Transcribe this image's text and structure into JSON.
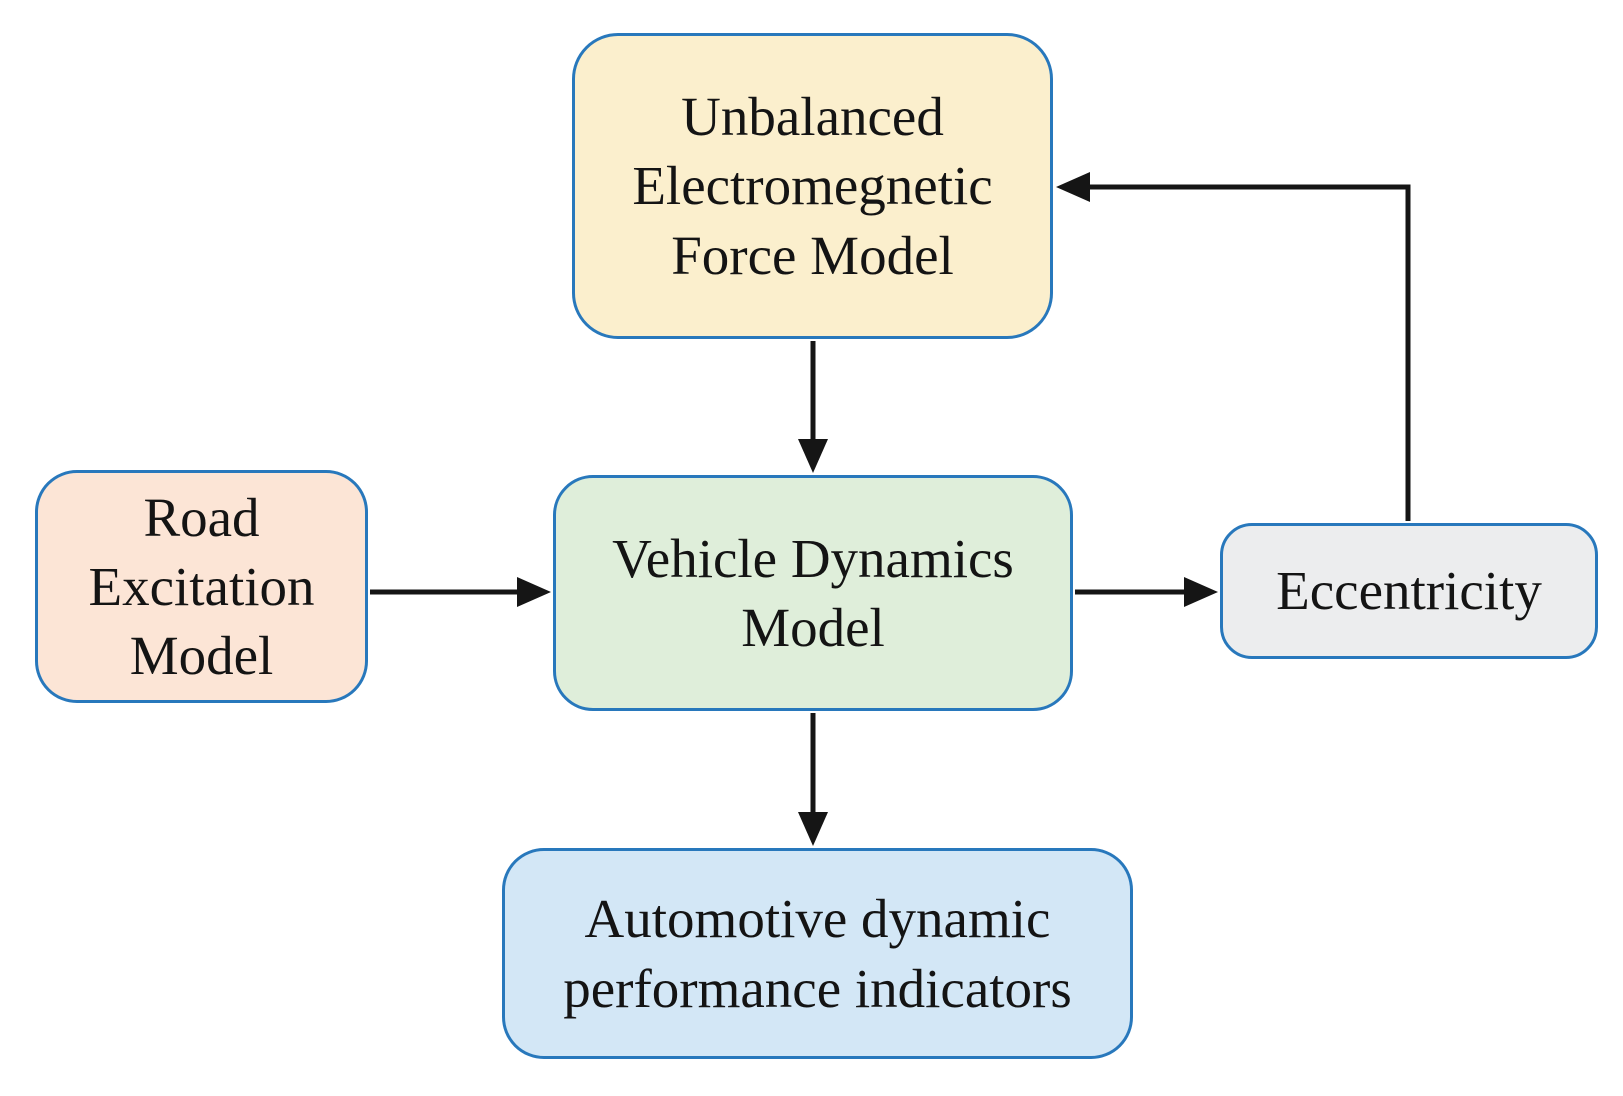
{
  "diagram": {
    "nodes": {
      "unbalanced_emf": {
        "label": "Unbalanced\nElectromegnetic\nForce Model",
        "fill": "#FBEFCD"
      },
      "road_excitation": {
        "label": "Road\nExcitation\nModel",
        "fill": "#FCE5D6"
      },
      "vehicle_dynamics": {
        "label": "Vehicle Dynamics\nModel",
        "fill": "#DFEEDA"
      },
      "eccentricity": {
        "label": "Eccentricity",
        "fill": "#ECEDEE"
      },
      "performance_indicators": {
        "label": "Automotive dynamic\nperformance indicators",
        "fill": "#D3E7F6"
      }
    },
    "edges": [
      {
        "from": "unbalanced_emf",
        "to": "vehicle_dynamics"
      },
      {
        "from": "road_excitation",
        "to": "vehicle_dynamics"
      },
      {
        "from": "vehicle_dynamics",
        "to": "eccentricity"
      },
      {
        "from": "vehicle_dynamics",
        "to": "performance_indicators"
      },
      {
        "from": "eccentricity",
        "to": "unbalanced_emf"
      }
    ],
    "palette": {
      "node_border": "#2878BC",
      "arrow": "#151515",
      "canvas_background": "#FFFFFF",
      "text": "#141414"
    }
  }
}
